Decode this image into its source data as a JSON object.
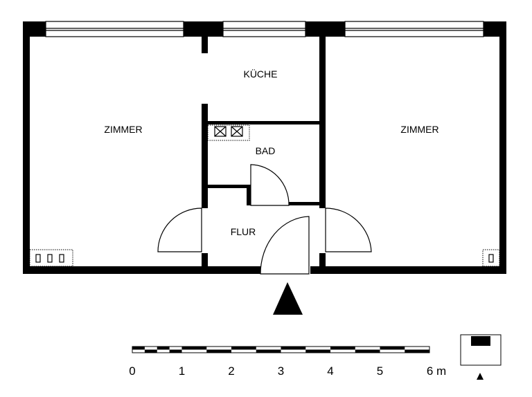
{
  "rooms": {
    "room_left": "ZIMMER",
    "kitchen": "KÜCHE",
    "room_right": "ZIMMER",
    "bathroom": "BAD",
    "hallway": "FLUR"
  },
  "scale_bar": {
    "labels": [
      "0",
      "1",
      "2",
      "3",
      "4",
      "5",
      "6 m"
    ],
    "unit": "m",
    "max": 6
  },
  "entrance_marker": "north-triangle-icon",
  "key_plan": {
    "icon": "key-plan-icon"
  },
  "colors": {
    "wall": "#000000",
    "background": "#ffffff"
  }
}
